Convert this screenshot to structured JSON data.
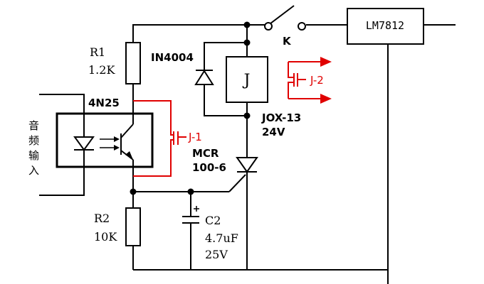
{
  "labels": {
    "regulator": "LM7812",
    "switch": "K",
    "r1_name": "R1",
    "r1_value": "1.2K",
    "diode": "IN4004",
    "relay_coil": "J",
    "relay_name": "JOX-13",
    "relay_voltage": "24V",
    "contact_j2": "J-2",
    "optocoupler": "4N25",
    "contact_j1": "J-1",
    "scr_name": "MCR",
    "scr_value": "100-6",
    "r2_name": "R2",
    "r2_value": "10K",
    "c2_name": "C2",
    "c2_value": "4.7uF",
    "c2_voltage": "25V",
    "audio_input": [
      "音",
      "频",
      "输",
      "入"
    ]
  },
  "colors": {
    "wire": "#000000",
    "contact": "#e00000"
  }
}
